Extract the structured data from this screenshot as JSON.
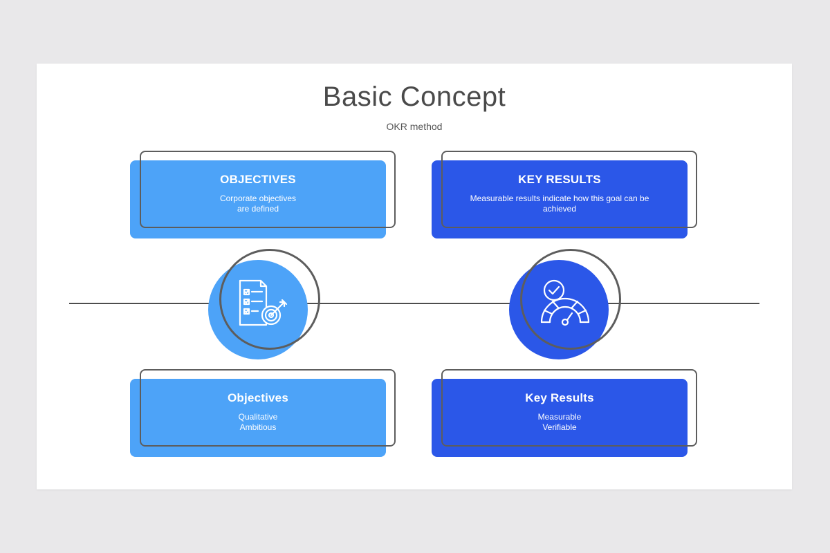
{
  "title": "Basic Concept",
  "subtitle": "OKR method",
  "cards_top": [
    {
      "heading": "OBJECTIVES",
      "lines": [
        "Corporate objectives",
        "are defined"
      ]
    },
    {
      "heading": "KEY RESULTS",
      "lines": [
        "Measurable results indicate how this goal can be",
        "achieved"
      ]
    }
  ],
  "cards_bottom": [
    {
      "heading": "Objectives",
      "lines": [
        "Qualitative",
        "Ambitious"
      ]
    },
    {
      "heading": "Key Results",
      "lines": [
        "Measurable",
        "Verifiable"
      ]
    }
  ],
  "icons": {
    "left": "checklist-target-icon",
    "right": "check-gauge-icon"
  },
  "colors": {
    "light_blue": "#4da3f8",
    "dark_blue": "#2b57e8",
    "outline_gray": "#5d5d5d",
    "background": "#e9e8ea"
  }
}
